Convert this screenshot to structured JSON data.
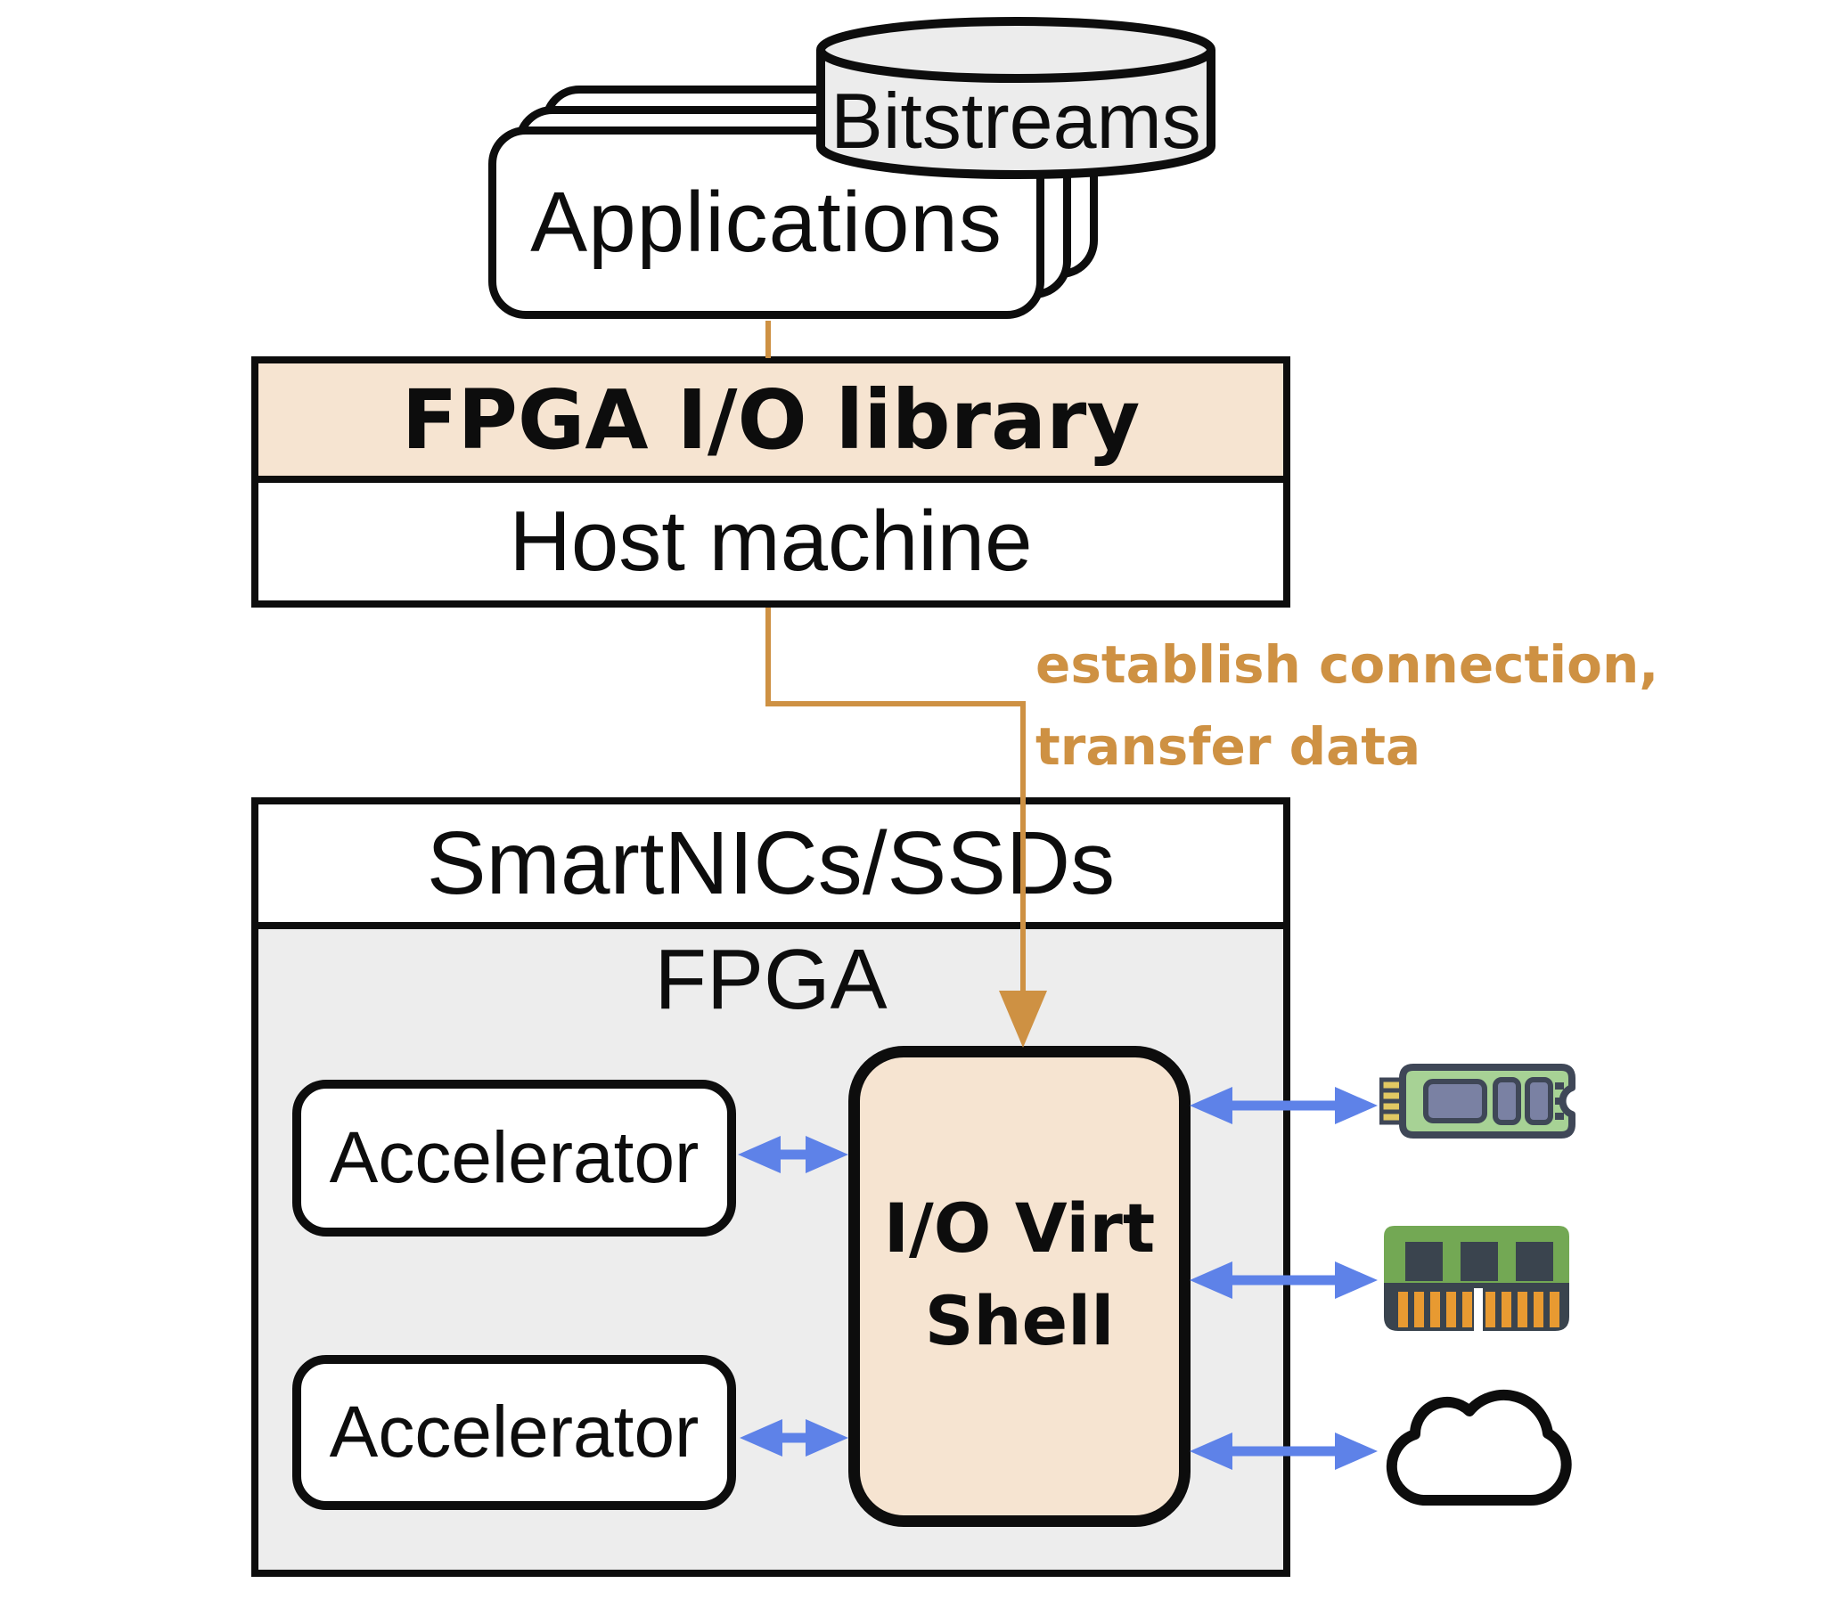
{
  "apps_stack": {
    "label": "Applications"
  },
  "bitstreams_db": {
    "label": "Bitstreams"
  },
  "fpga_io_library": {
    "label": "FPGA I/O library"
  },
  "host_machine": {
    "label": "Host machine"
  },
  "connection_note": {
    "line1": "establish connection,",
    "line2": "transfer data"
  },
  "smartnics_box": {
    "label": "SmartNICs/SSDs"
  },
  "fpga_region": {
    "label": "FPGA"
  },
  "accelerators": [
    {
      "label": "Accelerator"
    },
    {
      "label": "Accelerator"
    }
  ],
  "io_virt_shell": {
    "line1": "I/O Virt",
    "line2": "Shell"
  },
  "peripherals": {
    "ssd_icon": "m2-ssd-icon",
    "ram_icon": "ram-dimm-icon",
    "cloud_icon": "cloud-icon"
  },
  "colors": {
    "accent_tan_fill": "#f6e4d1",
    "connector_orange": "#ce9143",
    "arrow_blue": "#5e82e8",
    "fpga_area_gray": "#ededed",
    "cylinder_gray": "#ececec",
    "outline_black": "#0d0d0d",
    "ssd_board_green": "#a7d295",
    "ssd_outline_navy": "#3f4757",
    "ssd_chip_slate": "#7a81a3",
    "ssd_pins_gold": "#e2c863",
    "ram_body_green": "#73a854",
    "ram_dark_slate": "#3a444e",
    "ram_pins_orange": "#e89a31"
  }
}
